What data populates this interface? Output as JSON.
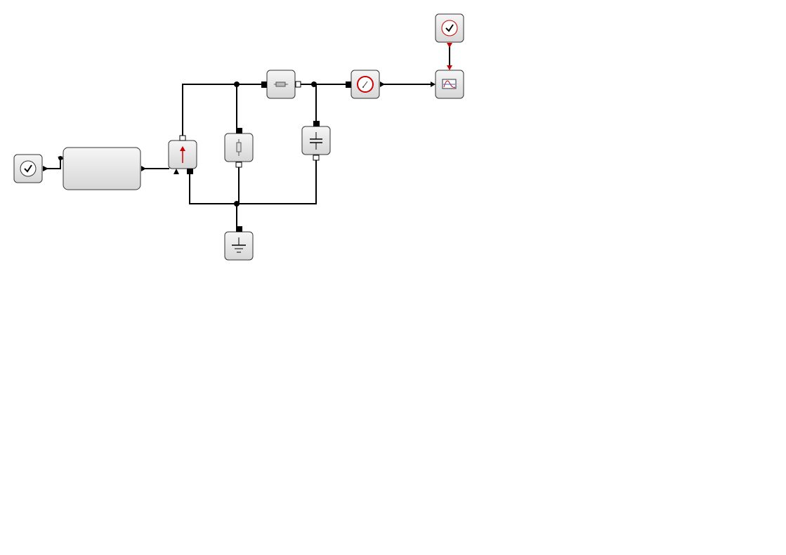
{
  "diagram": {
    "blocks": [
      {
        "id": "clock-left",
        "icon": "clock-icon"
      },
      {
        "id": "source-superblock",
        "icon": ""
      },
      {
        "id": "current-source",
        "icon": "current-source-arrow-icon"
      },
      {
        "id": "resistor-vertical",
        "icon": "resistor-icon"
      },
      {
        "id": "inductor",
        "icon": "inductor-icon"
      },
      {
        "id": "capacitor",
        "icon": "capacitor-icon"
      },
      {
        "id": "voltage-sensor",
        "icon": "voltmeter-icon"
      },
      {
        "id": "clock-top",
        "icon": "clock-icon"
      },
      {
        "id": "scope",
        "icon": "scope-icon"
      },
      {
        "id": "ground",
        "icon": "ground-icon"
      }
    ],
    "colors": {
      "wire": "#000000",
      "event_port": "#cc0000",
      "block_border": "#333333",
      "block_fill_top": "#f4f4f4",
      "block_fill_bottom": "#d8d8d8"
    }
  }
}
